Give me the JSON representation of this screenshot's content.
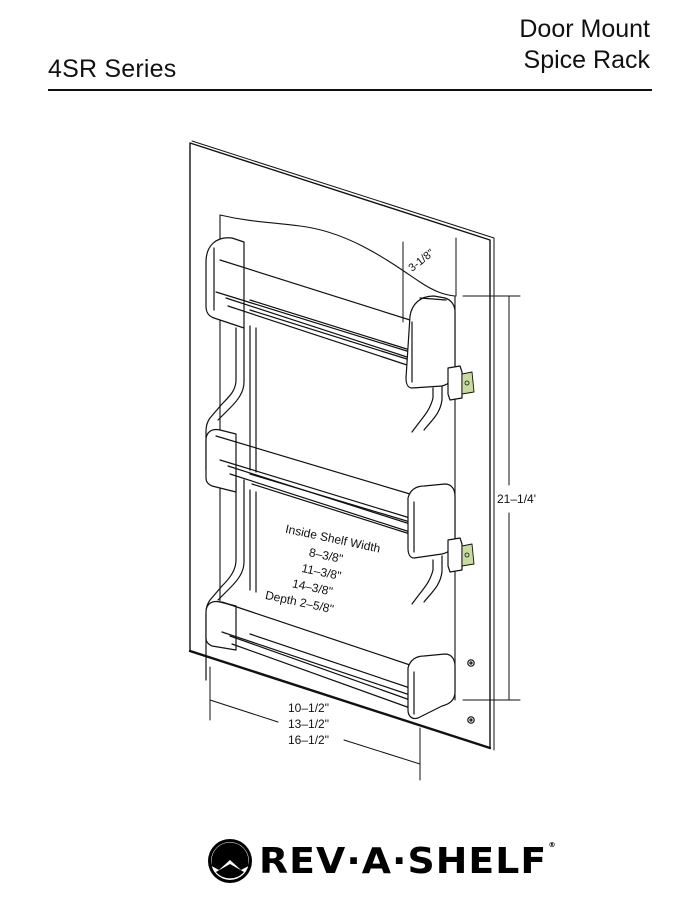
{
  "header": {
    "series": "4SR Series",
    "product_line1": "Door Mount",
    "product_line2": "Spice Rack"
  },
  "drawing": {
    "top_depth_dim": "3-1/8\"",
    "height_dim": "21–1/4'",
    "inside_width_label": "Inside Shelf Width",
    "inside_widths": [
      "8–3/8\"",
      "11–3/8\"",
      "14–3/8\""
    ],
    "depth_label": "Depth 2–5/8\"",
    "overall_widths": [
      "10–1/2\"",
      "13–1/2\"",
      "16–1/2\""
    ],
    "bracket_accent_color": "#c8dca0",
    "line_color": "#111111"
  },
  "footer": {
    "brand": "REV·A·SHELF",
    "registered": "®"
  }
}
